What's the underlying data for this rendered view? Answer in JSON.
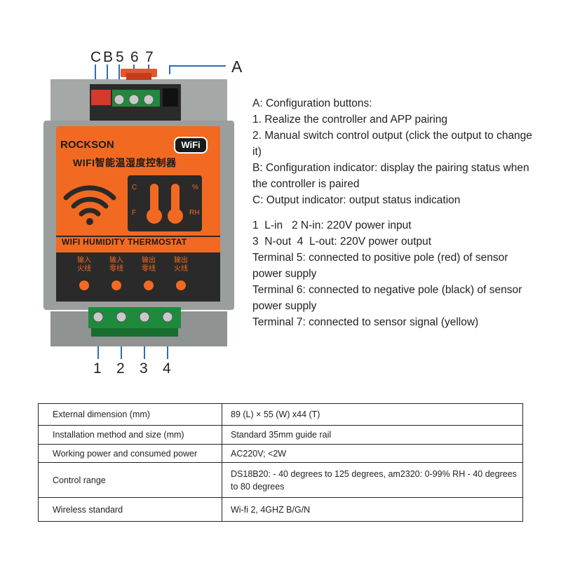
{
  "labels": {
    "top": [
      "C",
      "B",
      "5",
      "6",
      "7"
    ],
    "a": "A",
    "bottom": [
      "1",
      "2",
      "3",
      "4"
    ]
  },
  "device": {
    "brand": "ROCKSON",
    "wifi_badge": "WiFi",
    "title_cn": "WIFI智能温湿度控制器",
    "title_en": "WIFI HUMIDITY THERMOSTAT",
    "gauge_c": "C",
    "gauge_f": "F",
    "gauge_pct": "%",
    "gauge_rh": "RH",
    "terminals": [
      [
        "输入",
        "火线"
      ],
      [
        "输入",
        "零线"
      ],
      [
        "输出",
        "零线"
      ],
      [
        "输出",
        "火线"
      ]
    ],
    "colors": {
      "orange": "#f26a21",
      "body": "#9a9e9c",
      "terminal": "#1e8a3c"
    }
  },
  "description": {
    "config": [
      "A: Configuration buttons:",
      "1. Realize the controller and APP pairing",
      "2. Manual switch control output (click the output to change it)",
      "B: Configuration indicator: display the pairing status when the controller is paired",
      "C: Output indicator: output status indication"
    ],
    "wiring": [
      "1  L-in   2 N-in: 220V power input",
      "3  N-out  4  L-out: 220V power output",
      "Terminal 5: connected to positive pole (red) of sensor power supply",
      "Terminal 6: connected to negative pole (black) of sensor power supply",
      "Terminal 7: connected to sensor signal (yellow)"
    ]
  },
  "specs": [
    {
      "label": "External dimension (mm)",
      "value": "89 (L) × 55 (W) x44 (T)"
    },
    {
      "label": "Installation method and size (mm)",
      "value": "Standard 35mm guide rail"
    },
    {
      "label": "Working power and consumed power",
      "value": "AC220V; <2W"
    },
    {
      "label": "Control range",
      "value": "DS18B20: - 40 degrees to 125 degrees, am2320: 0-99% RH - 40 degrees to 80 degrees"
    },
    {
      "label": "Wireless standard",
      "value": "Wi-fi 2, 4GHZ B/G/N"
    }
  ]
}
